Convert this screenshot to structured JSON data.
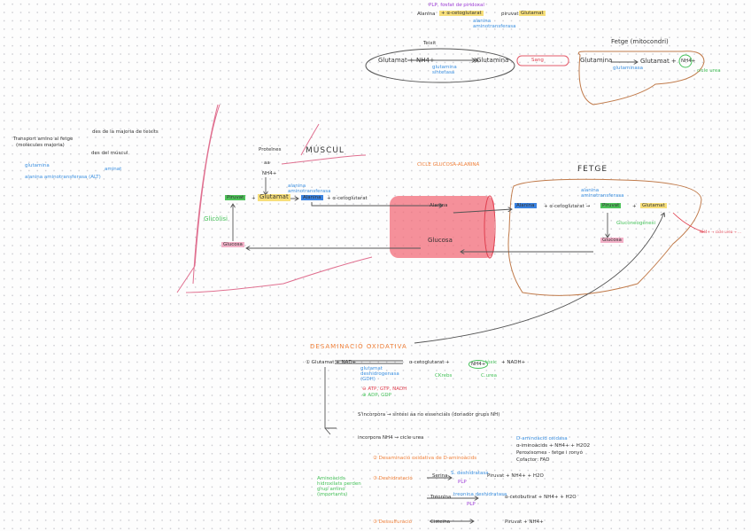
{
  "top_reaction": {
    "cofactor": "PLP, fosfat de piridoxal",
    "reactant1": "Alanina",
    "reactant2": "+ α-cetoglutarat",
    "product1": "piruvat +",
    "product2": "Glutamat",
    "enzyme": "alanina aminotransferasa"
  },
  "teixit": {
    "title": "Teixit",
    "reactants": "Glutamat + NH4+",
    "product": "Glutamina",
    "enzyme": "glutamina sintetasa"
  },
  "sang": {
    "label": "Sang"
  },
  "fetge_mito": {
    "title": "Fetge (mitocondri)",
    "reactant": "Glutamina",
    "product": "Glutamat +",
    "nh4": "NH4+",
    "enzyme": "glutaminasa",
    "urea": "cicle urea"
  },
  "transport": {
    "title": "Transport amino al fetge",
    "subtitle": "(molècules majoria)",
    "from1": "des de la majoria de teixits",
    "from2": "des del múscul",
    "enzyme1": "glutamina",
    "enzyme2": "alanina aminotransferasa (ALT)",
    "group": "aminat"
  },
  "muscul": {
    "title": "MÚSCUL",
    "proteins": "Proteïnes",
    "aa": "aa",
    "nh": "NH4+",
    "piruvat": "Piruvat",
    "plus1": "+",
    "glutamat": "Glutamat",
    "alanina": "Alanina",
    "akg": "+ α-cetoglutarat",
    "enzyme": "alanina aminotransferasa",
    "glicolisi": "Glicòlisi",
    "glucosa": "Glucosa"
  },
  "cycle": {
    "title": "CICLE GLUCOSA-ALANINA",
    "alanina": "Alanina",
    "glucosa": "Glucosa"
  },
  "fetge": {
    "title": "FETGE",
    "alanina": "Alanina",
    "akg": "+ α-cetoglutarat →",
    "piruvat": "Piruvat",
    "plus": "+",
    "glutamat": "Glutamat",
    "enzyme": "alanina aminotransferasa",
    "gluconeo": "Gluconeogènesi",
    "glucosa": "Glucosa",
    "urea": "NH4+ → cicle urea → ..."
  },
  "desaminacio": {
    "title": "DESAMINACIÓ OXIDATIVA",
    "r1": "① Glutamat + NAD+",
    "enzyme": "glutamat deshidrogenasa (GDH)",
    "inhib": "⊖ ATP, GTP, NADH",
    "activ": "⊕ ADP, GDP",
    "products": "α-cetoglutarat +",
    "nh4": "NH4+",
    "toxic": "tòxic",
    "nadh": "+ NADH+",
    "ckrebs": "CKrebs",
    "curea": "C.urea",
    "branch1": "S'incorpora → síntesi aa no essencials (donador grups NH)",
    "branch2": "incorpora NH4 → cicle urea"
  },
  "d_aa": {
    "title": "② Desaminació oxidativa de D-aminoàcids",
    "l1": "D-aminoàcid oxidasa",
    "l2": "α-iminoàcids + NH4+ + H2O2",
    "l3": "Peroxisomes - fetge i ronyó",
    "l4": "Cofactor: FAD"
  },
  "deshidratacio": {
    "title": "③ Deshidratació",
    "note": "Aminoàcids hidroxilats perden grup amino (importants)",
    "serina": "Serina",
    "enz1": "S. deshidratasa",
    "plp1": "PLP",
    "prod1": "Piruvat + NH4+ + H2O",
    "treonina": "Treonina",
    "enz2": "treonina deshidratasa",
    "plp2": "PLP",
    "prod2": "α-cetobutirat + NH4+ + H2O"
  },
  "dessulfuracio": {
    "title": "③ Dessulfuració",
    "reactant": "Cisteïna",
    "product": "Piruvat + NH4+"
  }
}
